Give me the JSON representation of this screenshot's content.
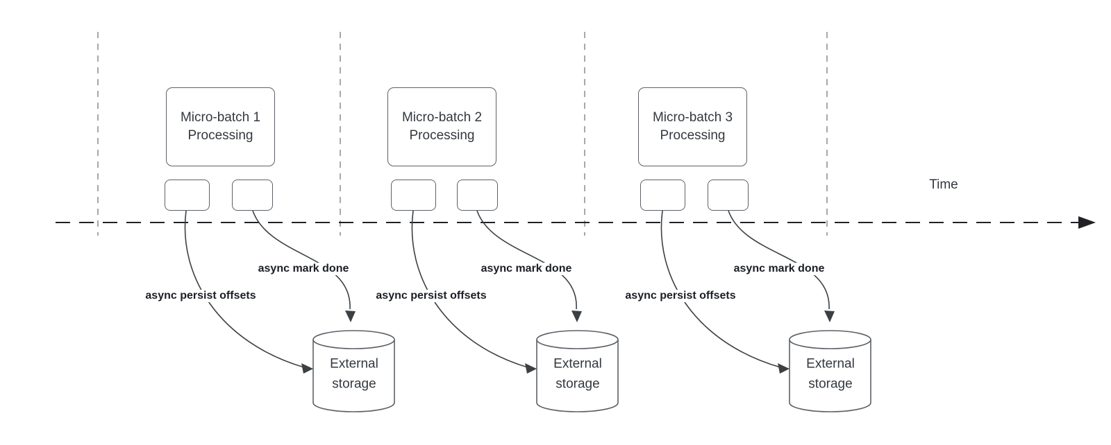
{
  "diagram": {
    "time_axis_label": "Time",
    "batches": [
      {
        "title": "Micro-batch 1",
        "subtitle": "Processing",
        "persist_label": "async persist offsets",
        "mark_done_label": "async mark done",
        "storage_line1": "External",
        "storage_line2": "storage"
      },
      {
        "title": "Micro-batch 2",
        "subtitle": "Processing",
        "persist_label": "async persist offsets",
        "mark_done_label": "async mark done",
        "storage_line1": "External",
        "storage_line2": "storage"
      },
      {
        "title": "Micro-batch 3",
        "subtitle": "Processing",
        "persist_label": "async persist offsets",
        "mark_done_label": "async mark done",
        "storage_line1": "External",
        "storage_line2": "storage"
      }
    ]
  }
}
